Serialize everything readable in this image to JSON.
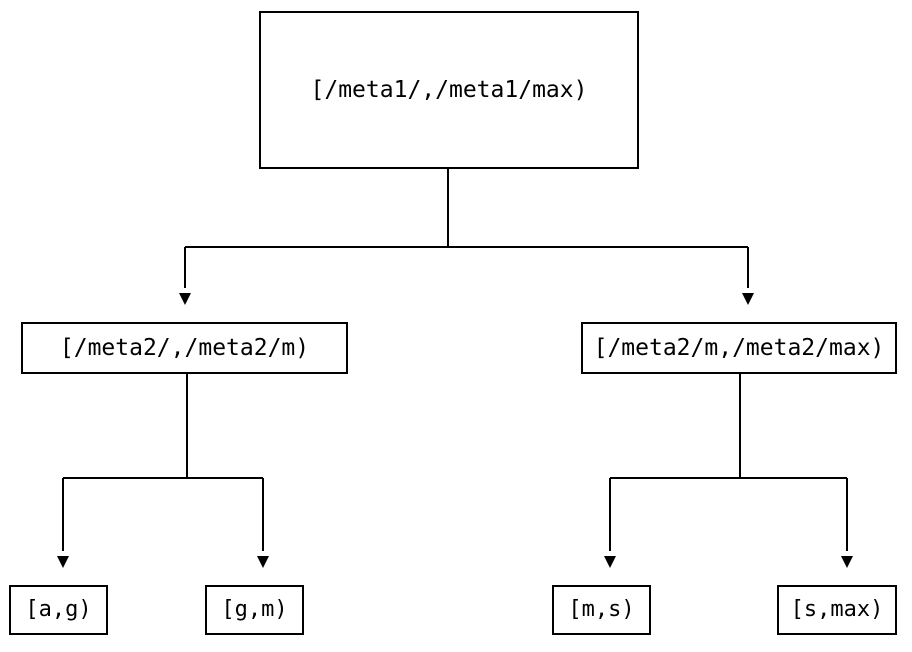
{
  "diagram": {
    "type": "tree",
    "title": "",
    "background_color": "#ffffff",
    "line_color": "#000000",
    "text_color": "#000000",
    "nodes": {
      "root": {
        "label": "[/meta1/,/meta1/max)"
      },
      "mid_left": {
        "label": "[/meta2/,/meta2/m)"
      },
      "mid_right": {
        "label": "[/meta2/m,/meta2/max)"
      },
      "leaf_1": {
        "label": "[a,g)"
      },
      "leaf_2": {
        "label": "[g,m)"
      },
      "leaf_3": {
        "label": "[m,s)"
      },
      "leaf_4": {
        "label": "[s,max)"
      }
    }
  }
}
